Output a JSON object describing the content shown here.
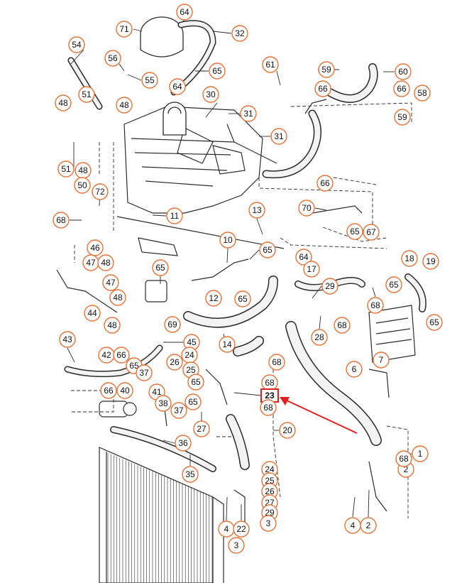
{
  "diagram": {
    "colors": {
      "line": "#2b2b2b",
      "callout_ring": "#e0743a",
      "highlight": "#e02020",
      "paper": "#ffffff",
      "hose_fill": "#f3f3f3"
    },
    "highlighted_label": "23",
    "callouts": [
      "64",
      "71",
      "32",
      "54",
      "56",
      "55",
      "65",
      "64",
      "61",
      "59",
      "60",
      "66",
      "66",
      "58",
      "59",
      "30",
      "48",
      "51",
      "48",
      "31",
      "31",
      "51",
      "48",
      "50",
      "72",
      "66",
      "68",
      "11",
      "13",
      "70",
      "65",
      "67",
      "10",
      "65",
      "46",
      "47",
      "48",
      "65",
      "64",
      "17",
      "18",
      "19",
      "65",
      "65",
      "12",
      "47",
      "48",
      "29",
      "68",
      "65",
      "68",
      "44",
      "48",
      "69",
      "14",
      "28",
      "43",
      "45",
      "24",
      "42",
      "66",
      "65",
      "26",
      "25",
      "68",
      "37",
      "65",
      "66",
      "40",
      "41",
      "65",
      "38",
      "37",
      "27",
      "36",
      "23",
      "68",
      "7",
      "6",
      "20",
      "68",
      "35",
      "1",
      "2",
      "68",
      "24",
      "25",
      "26",
      "27",
      "29",
      "3",
      "4",
      "22",
      "3",
      "4",
      "2"
    ]
  }
}
